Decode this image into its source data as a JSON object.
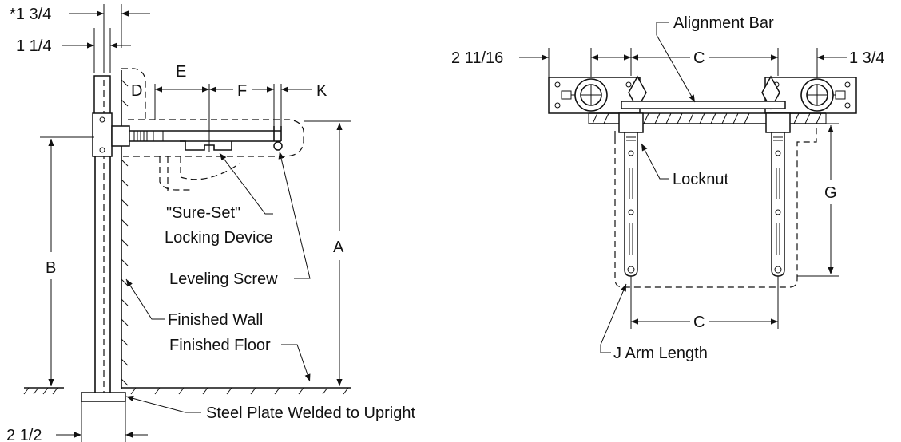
{
  "labels": {
    "dim_star_1_3_4": "*1 3/4",
    "dim_1_1_4": "1 1/4",
    "dim_D": "D",
    "dim_E": "E",
    "dim_F": "F",
    "dim_K": "K",
    "dim_A": "A",
    "dim_B": "B",
    "dim_2_1_2": "2 1/2",
    "sure_set_1": "\"Sure-Set\"",
    "sure_set_2": "Locking Device",
    "leveling_screw": "Leveling Screw",
    "finished_wall": "Finished Wall",
    "finished_floor": "Finished Floor",
    "steel_plate": "Steel Plate Welded to Upright",
    "alignment_bar": "Alignment Bar",
    "dim_2_11_16": "2 11/16",
    "dim_C_top": "C",
    "dim_1_3_4": "1 3/4",
    "locknut": "Locknut",
    "dim_G": "G",
    "dim_C_bottom": "C",
    "j_arm_length": "J Arm Length"
  }
}
